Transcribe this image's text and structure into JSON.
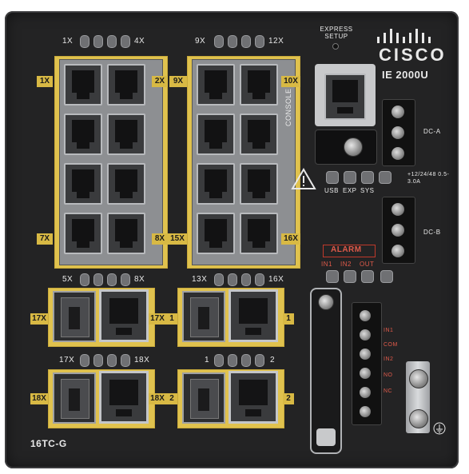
{
  "device": {
    "brand": "CISCO",
    "model": "IE 2000U",
    "variant": "16TC-G"
  },
  "labels": {
    "express_setup": "EXPRESS SETUP",
    "console": "CONSOLE",
    "status_leds": [
      "USB",
      "EXP",
      "SYS"
    ],
    "dc_a": "DC-A",
    "dc_b": "DC-B",
    "power_spec": "+12/24/48 0.5-3.0A",
    "alarm": "ALARM",
    "alarm_inputs": [
      "IN1",
      "IN2",
      "OUT"
    ],
    "alarm_terminals": [
      "IN1",
      "COM",
      "IN2",
      "NO",
      "NC"
    ]
  },
  "port_labels": {
    "g1_top": [
      "1X",
      "4X"
    ],
    "g2_top": [
      "9X",
      "12X"
    ],
    "g1_side": [
      "1X",
      "2X",
      "7X",
      "8X"
    ],
    "g2_side": [
      "9X",
      "10X",
      "15X",
      "16X"
    ],
    "g1_bottom": [
      "5X",
      "8X"
    ],
    "g2_bottom": [
      "13X",
      "16X"
    ],
    "sfp_row1_left": [
      "17X",
      "17X"
    ],
    "sfp_row1_right": [
      "1",
      "1"
    ],
    "sfp_mid_left": [
      "17X",
      "18X"
    ],
    "sfp_mid_right": [
      "1",
      "2"
    ],
    "sfp_row2_left": [
      "18X",
      "18X"
    ],
    "sfp_row2_right": [
      "2",
      "2"
    ]
  },
  "colors": {
    "chassis": "#232324",
    "label_yellow": "#d8b944",
    "alarm_red": "#c0392b"
  }
}
